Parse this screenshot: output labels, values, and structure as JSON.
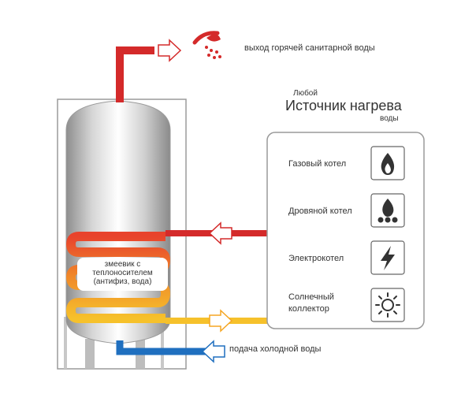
{
  "labels": {
    "hot_water_out": "выход горячей санитарной воды",
    "cold_water_in": "подача холодной воды",
    "coil": "змеевик с\nтеплоносителем\n(антифиз, вода)"
  },
  "heat_source": {
    "prefix": "Любой",
    "title": "Источник нагрева",
    "suffix": "воды",
    "items": [
      {
        "label": "Газовый котел",
        "icon": "gas-flame-icon"
      },
      {
        "label": "Дровяной котел",
        "icon": "wood-fire-icon"
      },
      {
        "label": "Электрокотел",
        "icon": "lightning-icon"
      },
      {
        "label": "Солнечный\nколлектор",
        "icon": "sun-icon"
      }
    ]
  },
  "colors": {
    "hot_pipe": "#d42a2a",
    "warm_pipe": "#f5a623",
    "cold_pipe": "#1f6fbf",
    "coil_hot": "#e8432c",
    "coil_warm": "#f08a2a",
    "coil_yellow": "#f6c12b",
    "tank_outline": "#9a9a9a"
  }
}
